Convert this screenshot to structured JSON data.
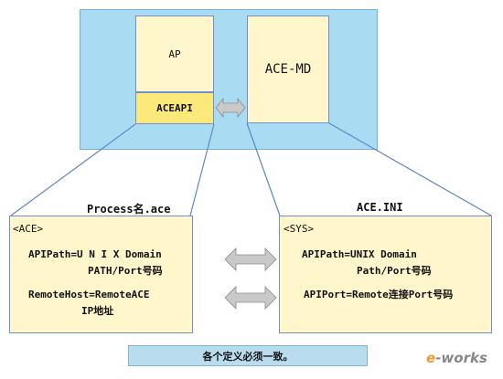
{
  "top": {
    "ap_label": "AP",
    "aceapi_label": "ACEAPI",
    "acemd_label": "ACE-MD"
  },
  "left": {
    "title": "Process名.ace",
    "lines": [
      "<ACE>",
      "APIPath=U N I X Domain",
      "PATH/Port号码",
      "RemoteHost=RemoteACE",
      "IP地址"
    ]
  },
  "right": {
    "title": "ACE.INI",
    "lines": [
      "<SYS>",
      "APIPath=UNIX Domain",
      "Path/Port号码",
      "APIPort=Remote连接Port号码"
    ]
  },
  "footer": "各个定义必须一致。",
  "logo": {
    "e": "e",
    "rest": "-works"
  },
  "colors": {
    "frame": "#a9dcf2",
    "box_fill": "#fff6cc",
    "aceapi_fill": "#fbe97a",
    "line": "#5f86c7",
    "arrow_fill": "#c9c9c9"
  }
}
